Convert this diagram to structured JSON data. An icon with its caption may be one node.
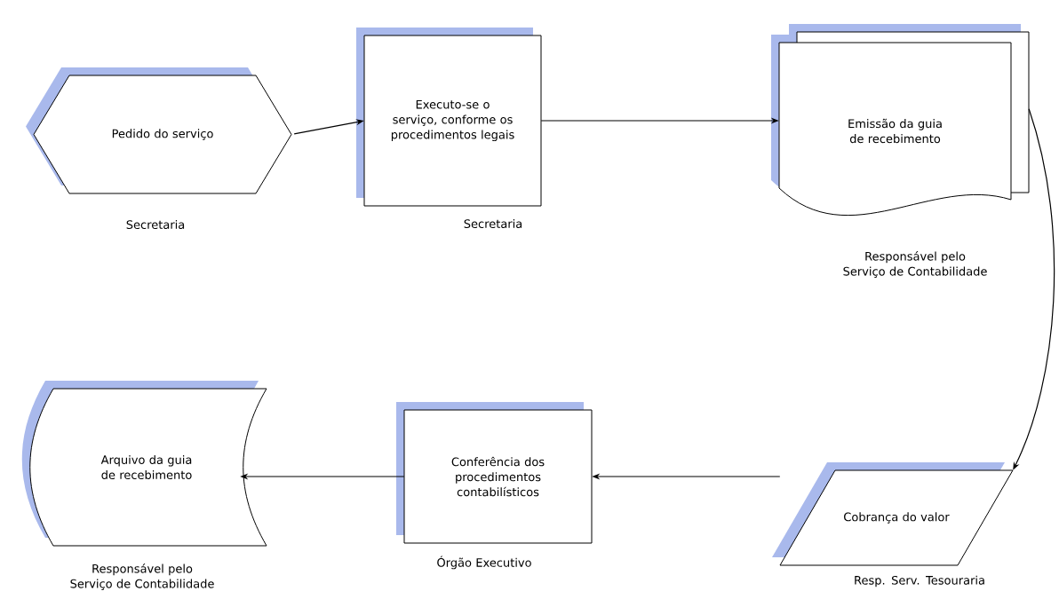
{
  "diagram": {
    "nodes": [
      {
        "text": [
          "Pedido do serviço"
        ],
        "beside": [
          "Secretaria"
        ]
      },
      {
        "text": [
          "Executo-se o serviço, conforme os procedimentos legais"
        ],
        "beside": [
          "Secretaria"
        ]
      },
      {
        "text": [
          "Emissão da guia de recebimento"
        ],
        "beside": [
          "Responsável pelo Serviço de Contabilidade"
        ]
      },
      {
        "text": [
          "Cobrança do valor"
        ],
        "beside": [
          "Resp. Serv. Tesouraria"
        ]
      },
      {
        "text": [
          "Conferência dos procedimentos contabilísticos"
        ],
        "beside": [
          "Órgão Executivo"
        ]
      },
      {
        "text": [
          "Arquivo da guia de recebimento"
        ],
        "beside": [
          "Responsável pelo Serviço de Contabilidade"
        ]
      }
    ],
    "edges": [
      {
        "from": 0,
        "to": 1,
        "arrow": "to"
      },
      {
        "from": 1,
        "to": 2,
        "arrow": "to"
      },
      {
        "from": 2,
        "to": 3,
        "arrow": "to"
      },
      {
        "from": 3,
        "to": 4,
        "arrow": "to"
      },
      {
        "from": 4,
        "to": 5,
        "arrow": "to"
      }
    ]
  }
}
